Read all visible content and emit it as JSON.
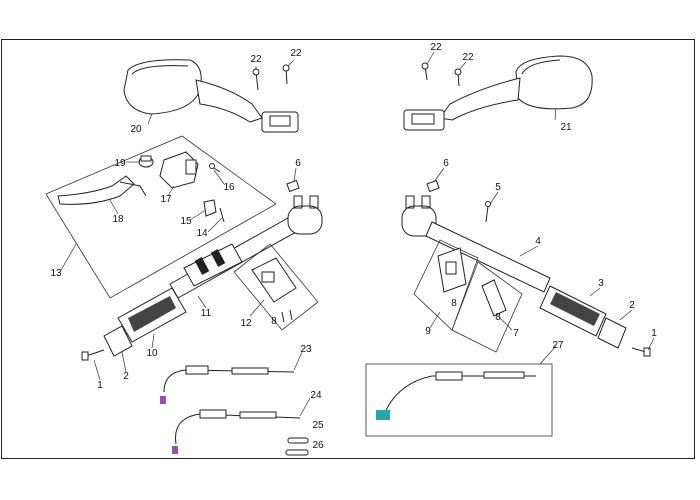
{
  "diagram": {
    "callouts": {
      "c1l": "1",
      "c1r": "1",
      "c2l": "2",
      "c2r": "2",
      "c3": "3",
      "c4": "4",
      "c5": "5",
      "c6l": "6",
      "c6r": "6",
      "c7": "7",
      "c8a": "8",
      "c8b": "8",
      "c8c": "8",
      "c9": "9",
      "c10": "10",
      "c11": "11",
      "c12": "12",
      "c13": "13",
      "c14": "14",
      "c15": "15",
      "c16": "16",
      "c17": "17",
      "c18": "18",
      "c19": "19",
      "c20": "20",
      "c21": "21",
      "c22a": "22",
      "c22b": "22",
      "c22c": "22",
      "c22d": "22",
      "c23": "23",
      "c24": "24",
      "c25": "25",
      "c26": "26",
      "c27": "27"
    },
    "colors": {
      "line": "#222222",
      "accent_purple": "#9a4fb0",
      "accent_teal": "#2aa6a6"
    }
  }
}
